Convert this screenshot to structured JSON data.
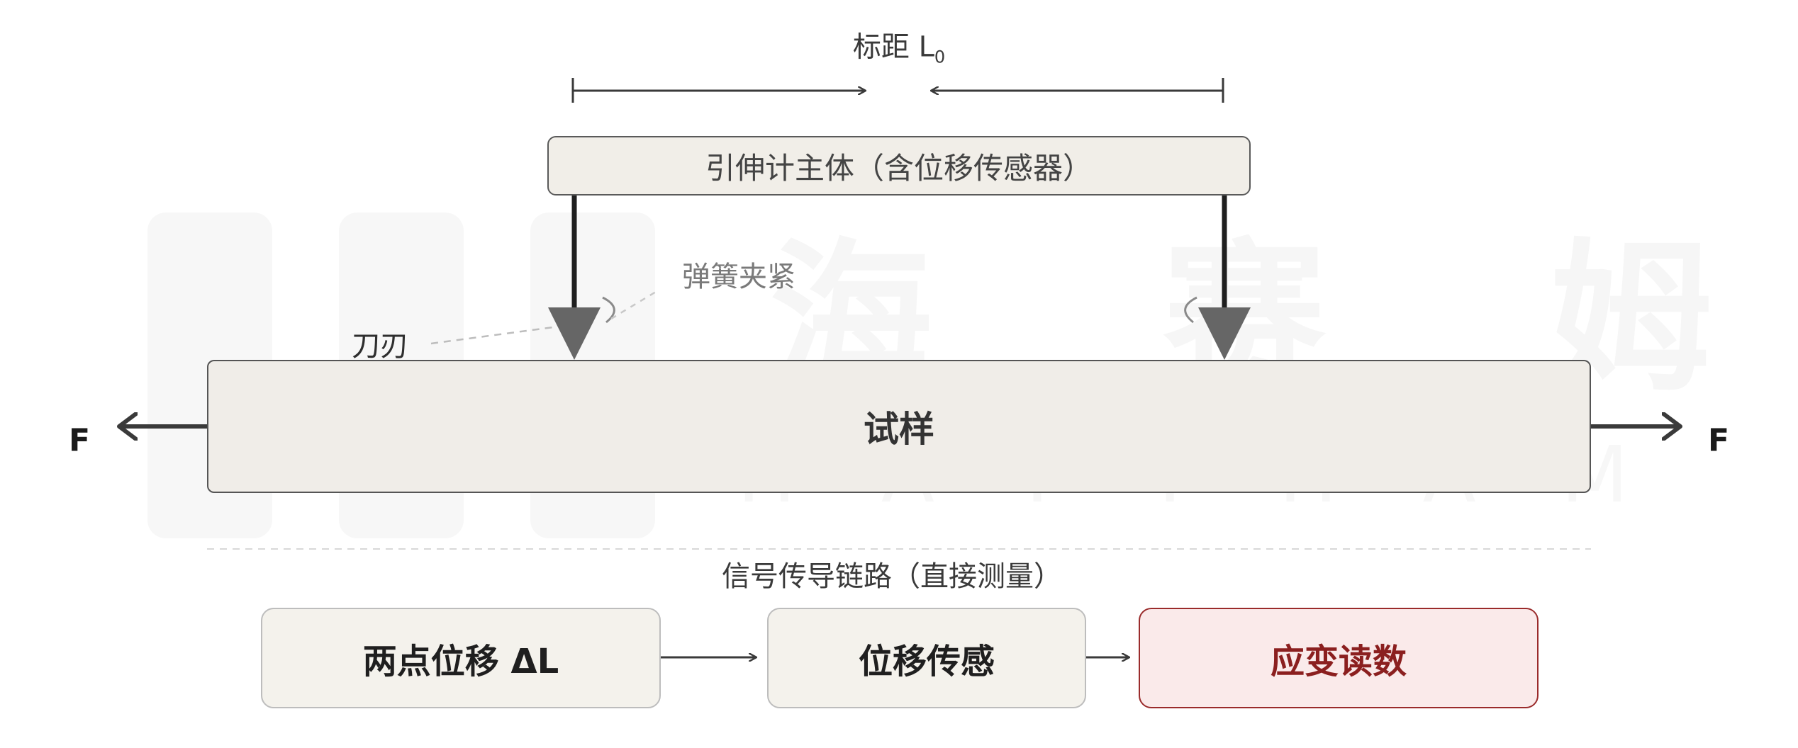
{
  "watermark": {
    "chars": [
      "海",
      "赛",
      "姆"
    ],
    "latin": "HAYTHAM"
  },
  "gauge_length": {
    "label_main": "标距 L",
    "label_sub": "0"
  },
  "extensometer": {
    "label": "引伸计主体（含位移传感器）"
  },
  "spring_label": "弹簧夹紧",
  "knife_label": "刀刃",
  "specimen": {
    "label": "试样"
  },
  "force_left": "F",
  "force_right": "F",
  "chain": {
    "title": "信号传导链路（直接测量）",
    "steps": [
      "两点位移 ΔL",
      "位移传感",
      "应变读数"
    ]
  },
  "colors": {
    "box_fill": "#f1eee8",
    "box_border": "#5a5a5a",
    "specimen_fill": "#efece6",
    "chain_fill": "#f4f2ec",
    "highlight_fill": "#faeaea",
    "highlight_border": "#9a2b2b",
    "highlight_text": "#8b1f1f",
    "arrow": "#3a3a3a",
    "knife": "#666666"
  }
}
